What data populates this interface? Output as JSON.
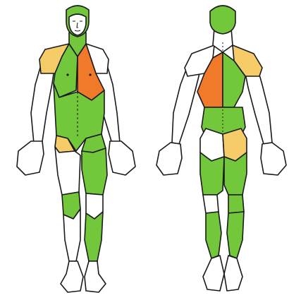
{
  "colors": {
    "green": "#72c83a",
    "orange": "#f07a2a",
    "yellow": "#f5cc68",
    "white": "#ffffff",
    "outline": "#1a1a1a"
  },
  "figures": [
    {
      "view": "front",
      "regions": [
        {
          "name": "head",
          "color": "green"
        },
        {
          "name": "neck",
          "color": "green"
        },
        {
          "name": "right-shoulder",
          "color": "yellow"
        },
        {
          "name": "left-shoulder",
          "color": "white"
        },
        {
          "name": "right-chest",
          "color": "green"
        },
        {
          "name": "left-chest",
          "color": "orange"
        },
        {
          "name": "abdomen",
          "color": "green"
        },
        {
          "name": "right-hip",
          "color": "yellow"
        },
        {
          "name": "left-hip",
          "color": "green"
        },
        {
          "name": "right-thigh",
          "color": "white"
        },
        {
          "name": "left-thigh",
          "color": "green"
        },
        {
          "name": "right-knee",
          "color": "green"
        },
        {
          "name": "left-knee",
          "color": "white"
        },
        {
          "name": "right-shin",
          "color": "white"
        },
        {
          "name": "left-shin",
          "color": "green"
        },
        {
          "name": "arms",
          "color": "white"
        },
        {
          "name": "hands",
          "color": "white"
        },
        {
          "name": "feet",
          "color": "white"
        }
      ]
    },
    {
      "view": "back",
      "regions": [
        {
          "name": "head",
          "color": "green"
        },
        {
          "name": "neck",
          "color": "white"
        },
        {
          "name": "left-shoulder-blade",
          "color": "white"
        },
        {
          "name": "right-shoulder-blade",
          "color": "yellow"
        },
        {
          "name": "upper-back-left",
          "color": "orange"
        },
        {
          "name": "upper-back-right",
          "color": "green"
        },
        {
          "name": "lower-back",
          "color": "green"
        },
        {
          "name": "left-buttock",
          "color": "white"
        },
        {
          "name": "right-buttock",
          "color": "yellow"
        },
        {
          "name": "back-thighs",
          "color": "green"
        },
        {
          "name": "left-knee-back",
          "color": "white"
        },
        {
          "name": "right-knee-back",
          "color": "green"
        },
        {
          "name": "calves",
          "color": "green"
        },
        {
          "name": "arms",
          "color": "white"
        },
        {
          "name": "hands",
          "color": "white"
        },
        {
          "name": "feet",
          "color": "white"
        }
      ]
    }
  ]
}
